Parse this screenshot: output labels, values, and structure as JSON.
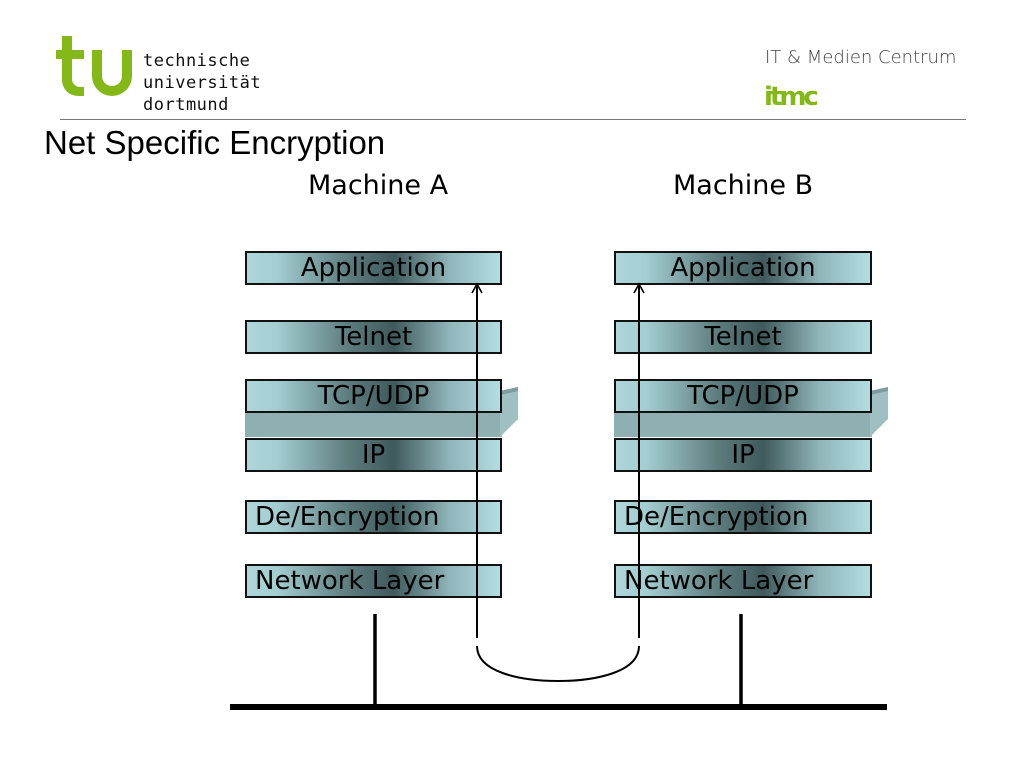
{
  "header": {
    "university_logo_icon": "tu-logo",
    "university_name_lines": [
      "technische",
      "universität",
      "dortmund"
    ],
    "institute_name": "IT & Medien Centrum",
    "institute_logo_text": "itmc"
  },
  "slide": {
    "title": "Net Specific Encryption"
  },
  "diagram": {
    "machines": [
      {
        "label": "Machine A",
        "layers": [
          "Application",
          "Telnet",
          "TCP/UDP",
          "IP",
          "De/Encryption",
          "Network Layer"
        ]
      },
      {
        "label": "Machine B",
        "layers": [
          "Application",
          "Telnet",
          "TCP/UDP",
          "IP",
          "De/Encryption",
          "Network Layer"
        ]
      }
    ],
    "colors": {
      "layer_light": "#aed6db",
      "layer_dark": "#3f5a5c",
      "slab": "#8fb0b3",
      "tu_green": "#84b818"
    }
  }
}
